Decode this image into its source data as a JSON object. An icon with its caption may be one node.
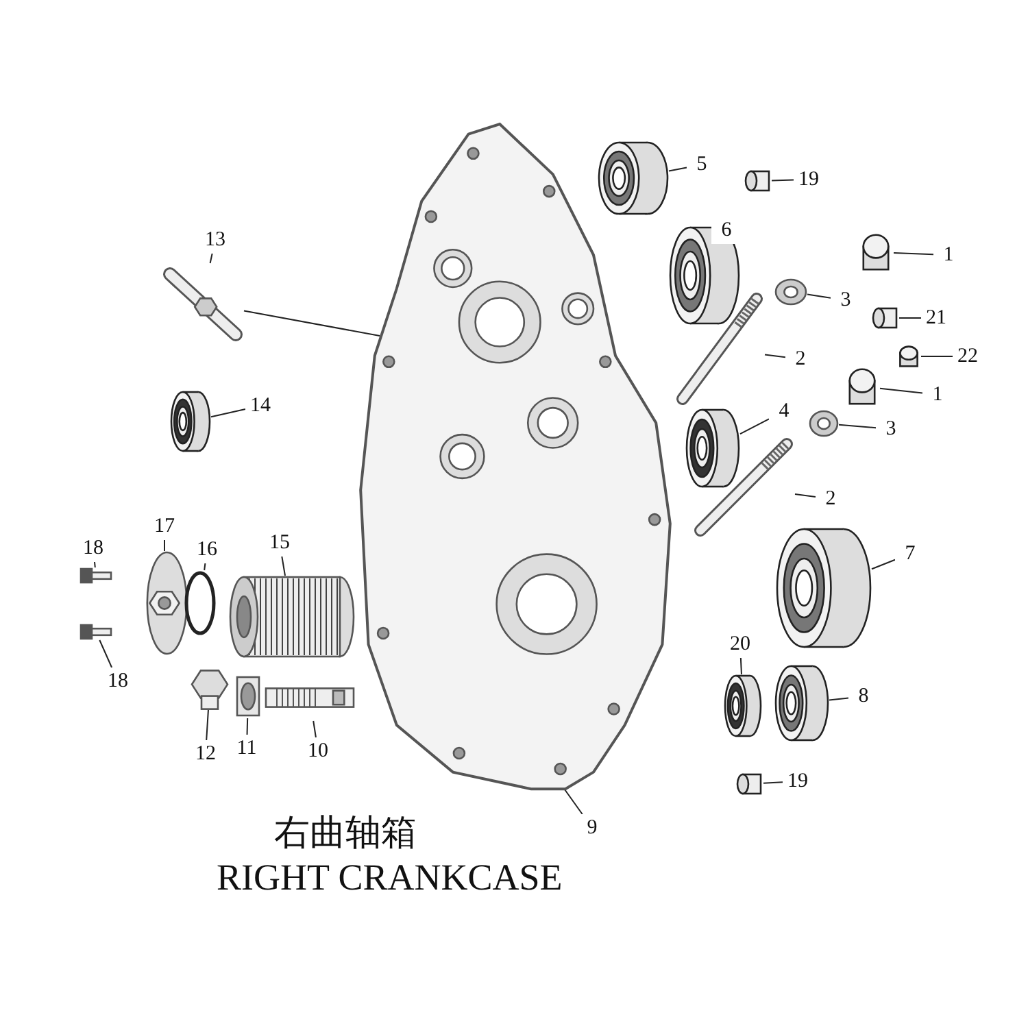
{
  "diagram": {
    "nodes": [
      {
        "text": [
          "5"
        ]
      },
      {
        "text": [],
        "shape": "cylinder"
      },
      {
        "text": [
          "19"
        ]
      },
      {
        "text": [],
        "shape": "cylinder"
      },
      {
        "text": [
          "6"
        ]
      },
      {
        "text": [],
        "shape": "cylinder"
      },
      {
        "text": [
          "1"
        ]
      },
      {
        "text": [],
        "shape": "cylinder"
      },
      {
        "text": [
          "3"
        ]
      },
      {
        "text": [],
        "shape": "picture"
      },
      {
        "text": [
          "21"
        ]
      },
      {
        "text": [],
        "shape": "cylinder"
      },
      {
        "text": [
          "22"
        ]
      },
      {
        "text": [],
        "shape": "cylinder"
      },
      {
        "text": [
          "2"
        ]
      },
      {
        "text": [],
        "shape": "picture"
      },
      {
        "text": [
          "13"
        ]
      },
      {
        "text": [],
        "shape": "picture"
      },
      {
        "text": [
          "14"
        ]
      },
      {
        "text": [],
        "shape": "cylinder"
      },
      {
        "text": [
          "1"
        ]
      },
      {
        "text": [],
        "shape": "cylinder"
      },
      {
        "text": [
          "3"
        ]
      },
      {
        "text": [],
        "shape": "picture"
      },
      {
        "text": [
          "4"
        ]
      },
      {
        "text": [],
        "shape": "cylinder"
      },
      {
        "text": [
          "2"
        ]
      },
      {
        "text": [],
        "shape": "picture"
      },
      {
        "text": [
          "18"
        ]
      },
      {
        "text": [],
        "shape": "picture"
      },
      {
        "text": [
          "17"
        ]
      },
      {
        "text": [],
        "shape": "picture"
      },
      {
        "text": [
          "16"
        ]
      },
      {
        "text": [],
        "shape": "circle"
      },
      {
        "text": [
          "15"
        ]
      },
      {
        "text": [],
        "shape": "picture"
      },
      {
        "text": [
          "7"
        ]
      },
      {
        "text": [],
        "shape": "cylinder"
      },
      {
        "text": [
          "18"
        ]
      },
      {
        "text": [],
        "shape": "picture"
      },
      {
        "text": [
          "20"
        ]
      },
      {
        "text": [],
        "shape": "cylinder"
      },
      {
        "text": [
          "8"
        ]
      },
      {
        "text": [],
        "shape": "cylinder"
      },
      {
        "text": [
          "12"
        ]
      },
      {
        "text": [],
        "shape": "picture"
      },
      {
        "text": [
          "11"
        ]
      },
      {
        "text": [],
        "shape": "picture"
      },
      {
        "text": [
          "10"
        ]
      },
      {
        "text": [],
        "shape": "picture"
      },
      {
        "text": [
          "19"
        ]
      },
      {
        "text": [],
        "shape": "cylinder"
      },
      {
        "text": [
          "9"
        ]
      },
      {
        "text": [],
        "shape": "picture"
      }
    ],
    "edges": [
      {
        "from": 0,
        "to": 1,
        "arrow": "none"
      },
      {
        "from": 2,
        "to": 3,
        "arrow": "none"
      },
      {
        "from": 4,
        "to": 5,
        "arrow": "none"
      },
      {
        "from": 6,
        "to": 7,
        "arrow": "none"
      },
      {
        "from": 8,
        "to": 9,
        "arrow": "none"
      },
      {
        "from": 10,
        "to": 11,
        "arrow": "none"
      },
      {
        "from": 12,
        "to": 13,
        "arrow": "none"
      },
      {
        "from": 14,
        "to": 15,
        "arrow": "none"
      },
      {
        "from": 16,
        "to": 17,
        "arrow": "none"
      },
      {
        "from": 18,
        "to": 19,
        "arrow": "none"
      },
      {
        "from": 20,
        "to": 21,
        "arrow": "none"
      },
      {
        "from": 22,
        "to": 23,
        "arrow": "none"
      },
      {
        "from": 24,
        "to": 25,
        "arrow": "none"
      },
      {
        "from": 26,
        "to": 27,
        "arrow": "none"
      },
      {
        "from": 28,
        "to": 29,
        "arrow": "none"
      },
      {
        "from": 30,
        "to": 31,
        "arrow": "none"
      },
      {
        "from": 32,
        "to": 33,
        "arrow": "none"
      },
      {
        "from": 34,
        "to": 35,
        "arrow": "none"
      },
      {
        "from": 36,
        "to": 37,
        "arrow": "none"
      },
      {
        "from": 38,
        "to": 39,
        "arrow": "none"
      },
      {
        "from": 40,
        "to": 41,
        "arrow": "none"
      },
      {
        "from": 42,
        "to": 43,
        "arrow": "none"
      },
      {
        "from": 44,
        "to": 45,
        "arrow": "none"
      },
      {
        "from": 46,
        "to": 47,
        "arrow": "none"
      },
      {
        "from": 48,
        "to": 49,
        "arrow": "none"
      },
      {
        "from": 50,
        "to": 51,
        "arrow": "none"
      },
      {
        "from": 52,
        "to": 53,
        "arrow": "none"
      },
      {
        "from": 17,
        "to": 53,
        "arrow": "none"
      }
    ],
    "labels": [
      "右曲轴箱",
      "RIGHT CRANKCASE"
    ]
  }
}
